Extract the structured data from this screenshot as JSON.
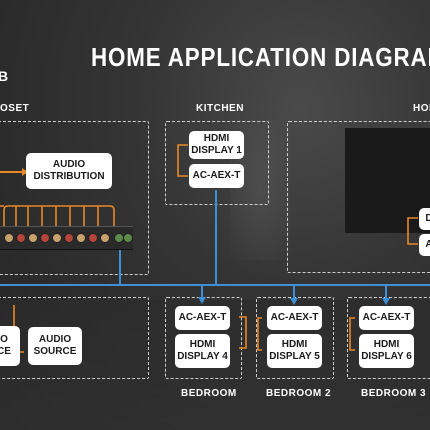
{
  "title": "HOME APPLICATION DIAGRAM",
  "fragments": {
    "top_left": "B",
    "closet": "OSET",
    "kitchen": "KITCHEN",
    "home": "HOM"
  },
  "boxes": {
    "audio_distribution": "AUDIO\nDISTRIBUTION",
    "kitchen_display": "HDMI\nDISPLAY 1",
    "kitchen_ext": "AC-AEX-T",
    "home_box1": "D",
    "home_box2": "A",
    "left_source": "O\nCE",
    "audio_source": "AUDIO\nSOURCE",
    "bed1_ext": "AC-AEX-T",
    "bed1_display": "HDMI\nDISPLAY 4",
    "bed2_ext": "AC-AEX-T",
    "bed2_display": "HDMI\nDISPLAY 5",
    "bed3_ext": "AC-AEX-T",
    "bed3_display": "HDMI\nDISPLAY 6"
  },
  "labels": {
    "bedroom1": "BEDROOM",
    "bedroom2": "BEDROOM 2",
    "bedroom3": "BEDROOM 3"
  },
  "colors": {
    "orange": "#e8882a",
    "blue": "#3f8fd6",
    "dash": "#cfcfcf"
  }
}
